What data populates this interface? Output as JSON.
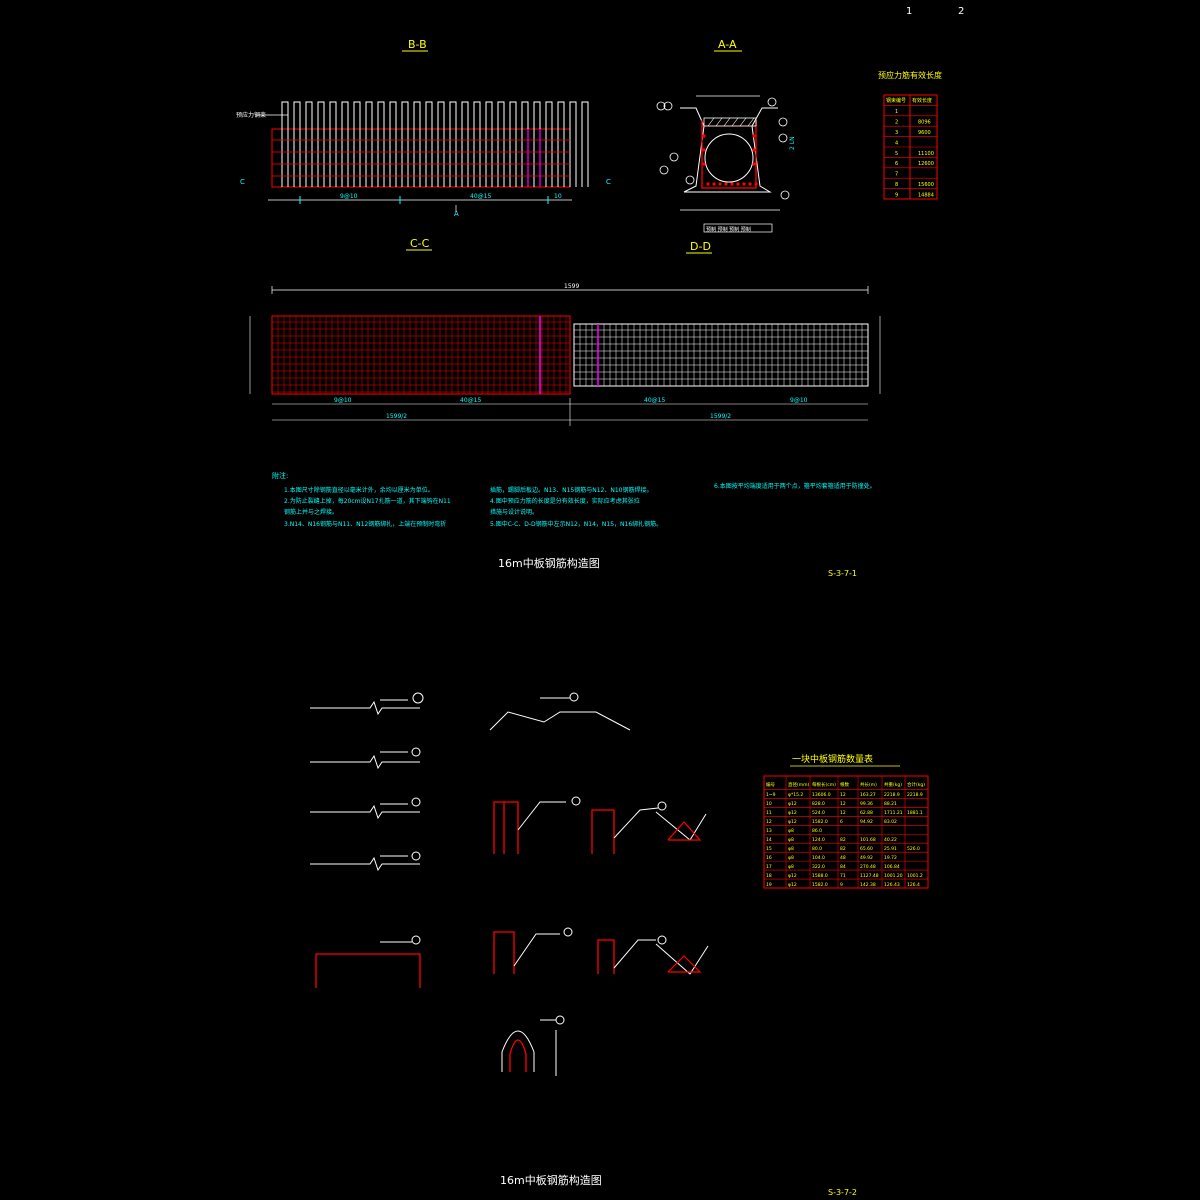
{
  "page_numbers": [
    "1",
    "2"
  ],
  "sheet1": {
    "section_bb": "B-B",
    "section_aa": "A-A",
    "section_cc": "C-C",
    "section_dd": "D-D",
    "prestress_table_title": "预应力筋有效长度",
    "prestress_table_headers": [
      "钢束编号",
      "有效长度"
    ],
    "prestress_table_rows": [
      [
        "1",
        ""
      ],
      [
        "2",
        "8096"
      ],
      [
        "3",
        "9600"
      ],
      [
        "4",
        ""
      ],
      [
        "5",
        "11100"
      ],
      [
        "6",
        "12600"
      ],
      [
        "7",
        ""
      ],
      [
        "8",
        "15600"
      ],
      [
        "9",
        "14884"
      ]
    ],
    "total_length": "1599",
    "notes_title": "附注:",
    "notes_col1": [
      "1.本图尺寸除钢筋直径以毫米计外，余均以厘米为单位。",
      "2.为防止裂缝上掉，每20cm设N17扎筋一道，其下端钩在N11",
      "  钢筋上并与之焊接。",
      "3.N14、N16钢筋与N11、N12钢筋绑扎，上端在预制时弯折"
    ],
    "notes_col2": [
      "插筋，踢脚后板边。N13、N15钢筋与N12、N10钢筋焊接。",
      "4.图中预应力筋的长度是分有效长度，实际应考虑其张拉",
      "  措施与设计说明。",
      "5.图中C-C、D-D钢筋中左示N12，N14，N15，N16绑扎钢筋。"
    ],
    "notes_col3": [
      "6.本图按平均端度适用于两个点，箍平均套箍适用于防撞处。"
    ],
    "drawing_title": "16m中板钢筋构造图",
    "drawing_number": "S-3-7-1"
  },
  "sheet2": {
    "quantity_table_title": "一块中板钢筋数量表",
    "quantity_table_headers": [
      "编号",
      "直径(mm)",
      "每根长(cm)",
      "根数",
      "共长(m)",
      "共重(kg)",
      "合计(kg)"
    ],
    "quantity_table_rows": [
      [
        "1~9",
        "φ*15.2",
        "13606.0",
        "12",
        "163.27",
        "2218.9",
        "2218.9"
      ],
      [
        "10",
        "φ12",
        "828.0",
        "12",
        "99.36",
        "88.21",
        ""
      ],
      [
        "11",
        "φ12",
        "524.0",
        "12",
        "62.88",
        "1711.21",
        "1881.1"
      ],
      [
        "12",
        "φ12",
        "1582.0",
        "6",
        "94.92",
        "83.02",
        ""
      ],
      [
        "13",
        "φ8",
        "86.0",
        "",
        "",
        "",
        ""
      ],
      [
        "14",
        "φ8",
        "124.0",
        "82",
        "101.68",
        "40.22",
        ""
      ],
      [
        "15",
        "φ8",
        "80.0",
        "82",
        "65.60",
        "25.91",
        "526.0"
      ],
      [
        "16",
        "φ8",
        "104.0",
        "48",
        "49.92",
        "19.72",
        ""
      ],
      [
        "17",
        "φ8",
        "322.0",
        "84",
        "270.48",
        "106.84",
        ""
      ],
      [
        "18",
        "φ12",
        "1588.0",
        "71",
        "1127.48",
        "1001.20",
        "1001.2"
      ],
      [
        "19",
        "φ12",
        "1582.0",
        "9",
        "142.38",
        "126.43",
        "126.4"
      ]
    ],
    "drawing_title": "16m中板钢筋构造图",
    "drawing_number": "S-3-7-2"
  }
}
